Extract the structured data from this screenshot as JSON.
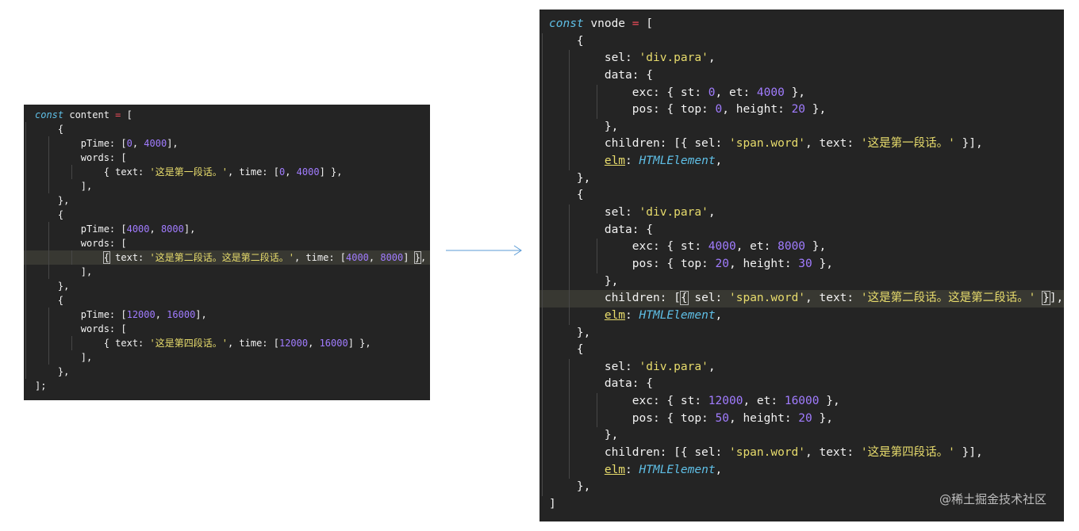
{
  "left_code": [
    [
      {
        "t": "const",
        "c": "kw"
      },
      {
        "t": " content "
      },
      {
        "t": "=",
        "c": "op"
      },
      {
        "t": " ["
      }
    ],
    [
      {
        "t": "    {"
      }
    ],
    [
      {
        "t": "        pTime: ["
      },
      {
        "t": "0",
        "c": "num"
      },
      {
        "t": ", "
      },
      {
        "t": "4000",
        "c": "num"
      },
      {
        "t": "],"
      }
    ],
    [
      {
        "t": "        words: ["
      }
    ],
    [
      {
        "t": "            { text: "
      },
      {
        "t": "'这是第一段话。'",
        "c": "str"
      },
      {
        "t": ", time: ["
      },
      {
        "t": "0",
        "c": "num"
      },
      {
        "t": ", "
      },
      {
        "t": "4000",
        "c": "num"
      },
      {
        "t": "] },"
      }
    ],
    [
      {
        "t": "        ],"
      }
    ],
    [
      {
        "t": "    },"
      }
    ],
    [
      {
        "t": "    {"
      }
    ],
    [
      {
        "t": "        pTime: ["
      },
      {
        "t": "4000",
        "c": "num"
      },
      {
        "t": ", "
      },
      {
        "t": "8000",
        "c": "num"
      },
      {
        "t": "],"
      }
    ],
    [
      {
        "t": "        words: ["
      }
    ],
    [
      {
        "t": "            "
      },
      {
        "t": "{",
        "c": "caret"
      },
      {
        "t": " text: "
      },
      {
        "t": "'这是第二段话。这是第二段话。'",
        "c": "str"
      },
      {
        "t": ", time: ["
      },
      {
        "t": "4000",
        "c": "num"
      },
      {
        "t": ", "
      },
      {
        "t": "8000",
        "c": "num"
      },
      {
        "t": "] "
      },
      {
        "t": "}",
        "c": "caret"
      },
      {
        "t": ","
      }
    ],
    [
      {
        "t": "        ],"
      }
    ],
    [
      {
        "t": "    },"
      }
    ],
    [
      {
        "t": "    {"
      }
    ],
    [
      {
        "t": "        pTime: ["
      },
      {
        "t": "12000",
        "c": "num"
      },
      {
        "t": ", "
      },
      {
        "t": "16000",
        "c": "num"
      },
      {
        "t": "],"
      }
    ],
    [
      {
        "t": "        words: ["
      }
    ],
    [
      {
        "t": "            { text: "
      },
      {
        "t": "'这是第四段话。'",
        "c": "str"
      },
      {
        "t": ", time: ["
      },
      {
        "t": "12000",
        "c": "num"
      },
      {
        "t": ", "
      },
      {
        "t": "16000",
        "c": "num"
      },
      {
        "t": "] },"
      }
    ],
    [
      {
        "t": "        ],"
      }
    ],
    [
      {
        "t": "    },"
      }
    ],
    [
      {
        "t": "];"
      }
    ]
  ],
  "right_code": [
    [
      {
        "t": "const",
        "c": "kw"
      },
      {
        "t": " vnode "
      },
      {
        "t": "=",
        "c": "op"
      },
      {
        "t": " ["
      }
    ],
    [
      {
        "t": "    {"
      }
    ],
    [
      {
        "t": "        sel: "
      },
      {
        "t": "'div.para'",
        "c": "str"
      },
      {
        "t": ","
      }
    ],
    [
      {
        "t": "        data: {"
      }
    ],
    [
      {
        "t": "            exc: { st: "
      },
      {
        "t": "0",
        "c": "num"
      },
      {
        "t": ", et: "
      },
      {
        "t": "4000",
        "c": "num"
      },
      {
        "t": " },"
      }
    ],
    [
      {
        "t": "            pos: { top: "
      },
      {
        "t": "0",
        "c": "num"
      },
      {
        "t": ", height: "
      },
      {
        "t": "20",
        "c": "num"
      },
      {
        "t": " },"
      }
    ],
    [
      {
        "t": "        },"
      }
    ],
    [
      {
        "t": "        children: [{ sel: "
      },
      {
        "t": "'span.word'",
        "c": "str"
      },
      {
        "t": ", text: "
      },
      {
        "t": "'这是第一段话。'",
        "c": "str"
      },
      {
        "t": " }],"
      }
    ],
    [
      {
        "t": "        "
      },
      {
        "t": "elm",
        "c": "ul"
      },
      {
        "t": ": "
      },
      {
        "t": "HTMLElement",
        "c": "typ"
      },
      {
        "t": ","
      }
    ],
    [
      {
        "t": "    },"
      }
    ],
    [
      {
        "t": "    {"
      }
    ],
    [
      {
        "t": "        sel: "
      },
      {
        "t": "'div.para'",
        "c": "str"
      },
      {
        "t": ","
      }
    ],
    [
      {
        "t": "        data: {"
      }
    ],
    [
      {
        "t": "            exc: { st: "
      },
      {
        "t": "4000",
        "c": "num"
      },
      {
        "t": ", et: "
      },
      {
        "t": "8000",
        "c": "num"
      },
      {
        "t": " },"
      }
    ],
    [
      {
        "t": "            pos: { top: "
      },
      {
        "t": "20",
        "c": "num"
      },
      {
        "t": ", height: "
      },
      {
        "t": "30",
        "c": "num"
      },
      {
        "t": " },"
      }
    ],
    [
      {
        "t": "        },"
      }
    ],
    [
      {
        "t": "        children: ["
      },
      {
        "t": "{",
        "c": "caret"
      },
      {
        "t": " sel: "
      },
      {
        "t": "'span.word'",
        "c": "str"
      },
      {
        "t": ", text: "
      },
      {
        "t": "'这是第二段话。这是第二段话。'",
        "c": "str"
      },
      {
        "t": " "
      },
      {
        "t": "}",
        "c": "caret"
      },
      {
        "t": "],"
      }
    ],
    [
      {
        "t": "        "
      },
      {
        "t": "elm",
        "c": "ul"
      },
      {
        "t": ": "
      },
      {
        "t": "HTMLElement",
        "c": "typ"
      },
      {
        "t": ","
      }
    ],
    [
      {
        "t": "    },"
      }
    ],
    [
      {
        "t": "    {"
      }
    ],
    [
      {
        "t": "        sel: "
      },
      {
        "t": "'div.para'",
        "c": "str"
      },
      {
        "t": ","
      }
    ],
    [
      {
        "t": "        data: {"
      }
    ],
    [
      {
        "t": "            exc: { st: "
      },
      {
        "t": "12000",
        "c": "num"
      },
      {
        "t": ", et: "
      },
      {
        "t": "16000",
        "c": "num"
      },
      {
        "t": " },"
      }
    ],
    [
      {
        "t": "            pos: { top: "
      },
      {
        "t": "50",
        "c": "num"
      },
      {
        "t": ", height: "
      },
      {
        "t": "20",
        "c": "num"
      },
      {
        "t": " },"
      }
    ],
    [
      {
        "t": "        },"
      }
    ],
    [
      {
        "t": "        children: [{ sel: "
      },
      {
        "t": "'span.word'",
        "c": "str"
      },
      {
        "t": ", text: "
      },
      {
        "t": "'这是第四段话。'",
        "c": "str"
      },
      {
        "t": " }],"
      }
    ],
    [
      {
        "t": "        "
      },
      {
        "t": "elm",
        "c": "ul"
      },
      {
        "t": ": "
      },
      {
        "t": "HTMLElement",
        "c": "typ"
      },
      {
        "t": ","
      }
    ],
    [
      {
        "t": "    },"
      }
    ],
    [
      {
        "t": "]"
      }
    ]
  ],
  "watermark": "@稀土掘金技术社区"
}
